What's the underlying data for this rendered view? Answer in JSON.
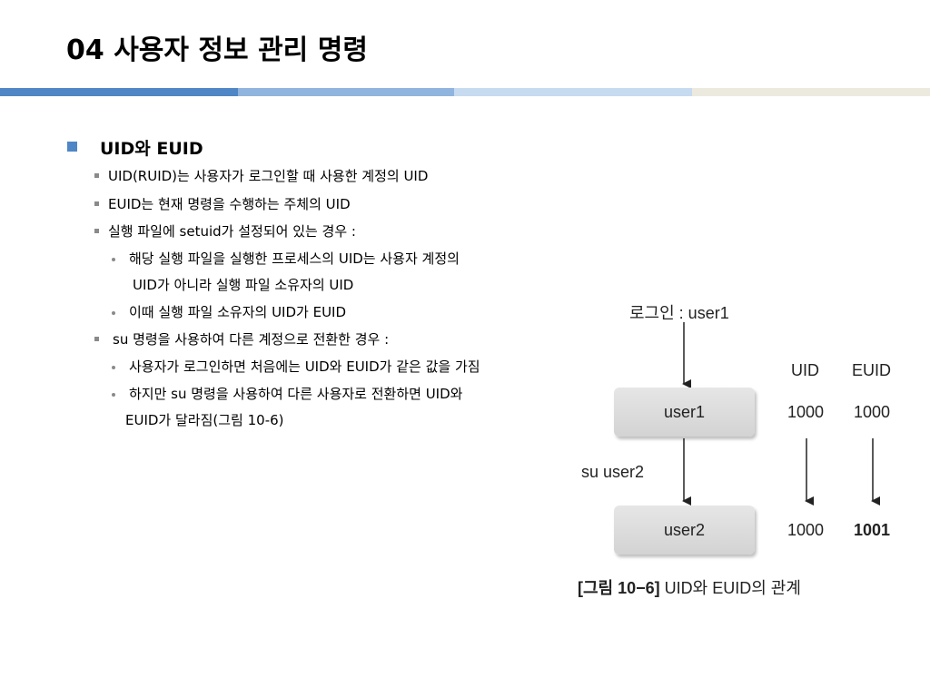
{
  "slide": {
    "title": "04 사용자 정보 관리 명령"
  },
  "content": {
    "heading": "UID와 EUID",
    "items": [
      "UID(RUID)는 사용자가 로그인할 때 사용한 계정의 UID",
      "EUID는 현재 명령을 수행하는 주체의 UID",
      "실행 파일에 setuid가 설정되어 있는 경우 :",
      "해당 실행 파일을 실행한 프로세스의 UID는 사용자 계정의",
      "UID가 아니라 실행 파일 소유자의 UID",
      "이때 실행 파일 소유자의 UID가 EUID",
      "su 명령을 사용하여 다른 계정으로 전환한 경우 :",
      "사용자가 로그인하면 처음에는 UID와 EUID가 같은 값을 가짐",
      "하지만 su 명령을 사용하여 다른 사용자로 전환하면 UID와",
      "EUID가 달라짐(그림 10-6)"
    ]
  },
  "diagram": {
    "login_label": "로그인 : user1",
    "su_label": "su  user2",
    "box1": "user1",
    "box2": "user2",
    "col_uid": "UID",
    "col_euid": "EUID",
    "row1_uid": "1000",
    "row1_euid": "1000",
    "row2_uid": "1000",
    "row2_euid": "1001",
    "caption_prefix": "[그림 10−6]",
    "caption_text": " UID와 EUID의 관계"
  }
}
